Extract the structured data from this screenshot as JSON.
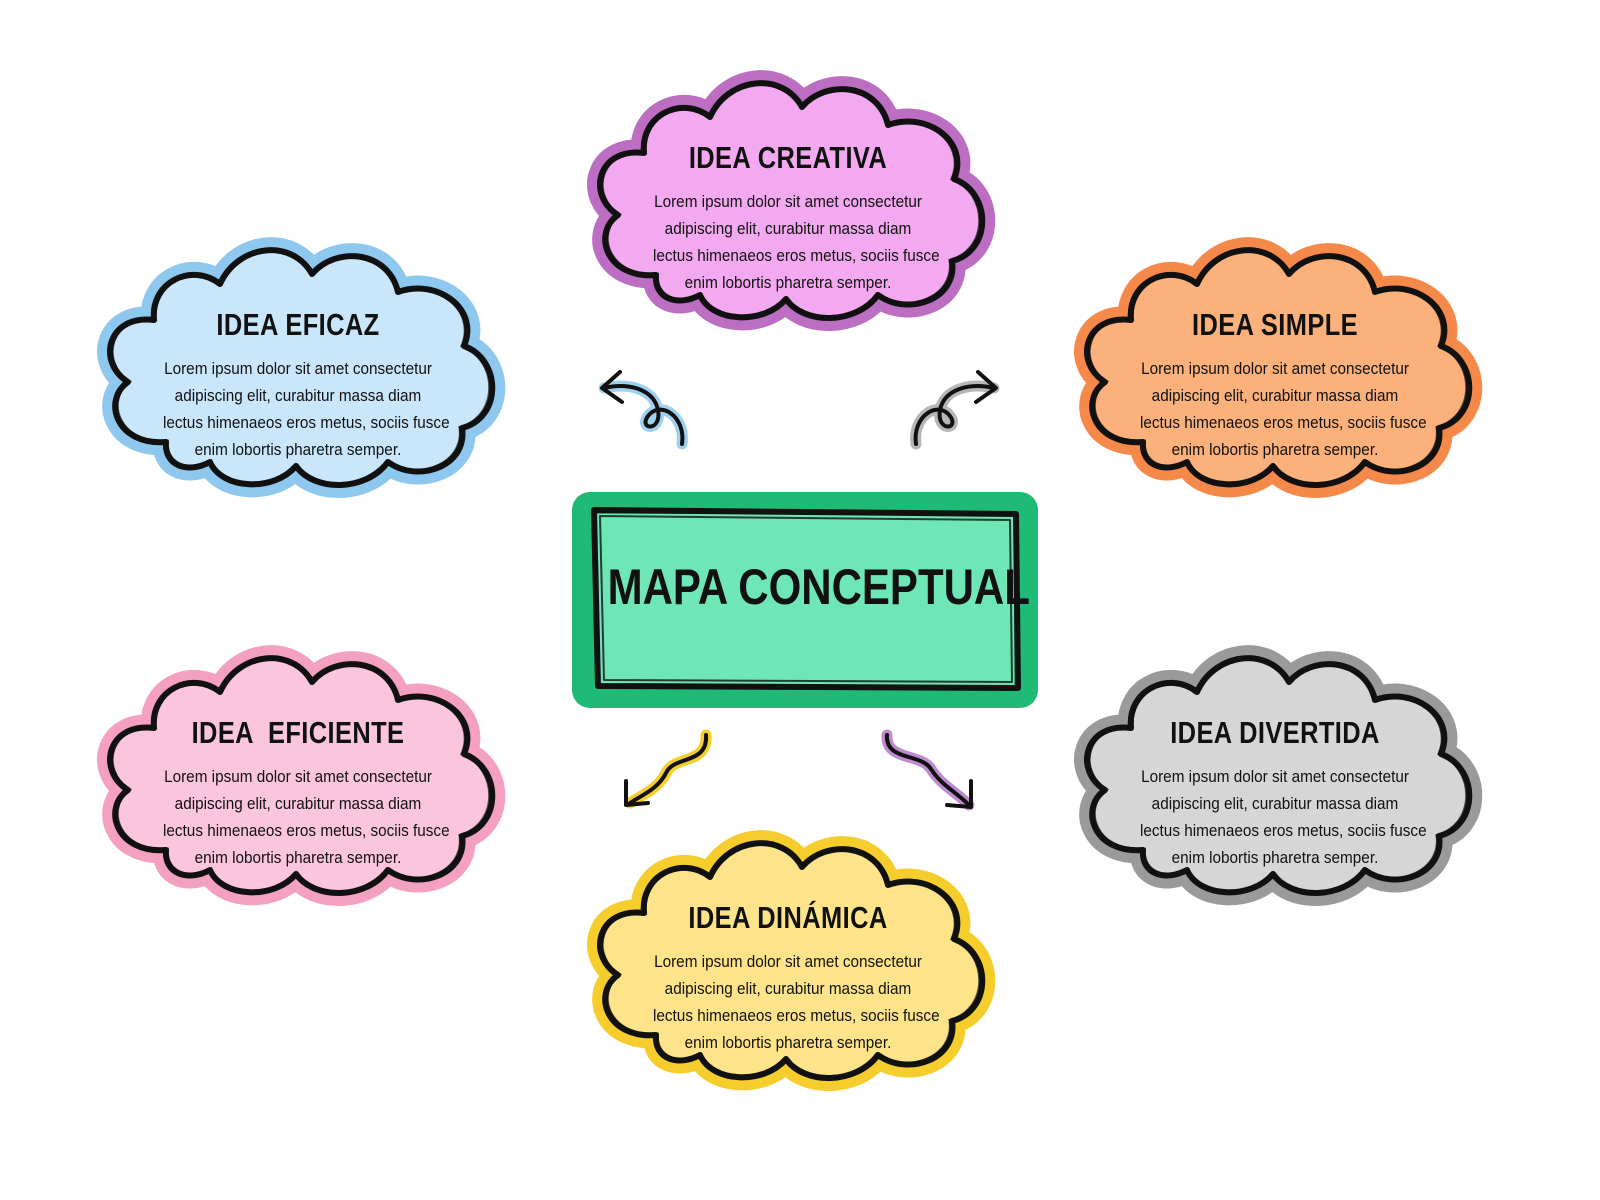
{
  "center": {
    "title": "MAPA CONCEPTUAL",
    "fill": "#6ee6b6",
    "outer": "#1fba76"
  },
  "ideas": [
    {
      "title": "IDEA CREATIVA",
      "fill": "#f3a9ef",
      "outline": "#bb6ec2",
      "lines": [
        "Lorem ipsum dolor sit amet consectetur",
        "adipiscing elit, curabitur massa diam",
        "lectus himenaeos eros metus, sociis fusce",
        "enim lobortis pharetra semper."
      ]
    },
    {
      "title": "IDEA EFICAZ",
      "fill": "#c9e6fb",
      "outline": "#8fc8ef",
      "lines": [
        "Lorem ipsum dolor sit amet consectetur",
        "adipiscing elit, curabitur massa diam",
        "lectus himenaeos eros metus, sociis fusce",
        "enim lobortis pharetra semper."
      ]
    },
    {
      "title": "IDEA SIMPLE",
      "fill": "#fbb17c",
      "outline": "#f5894a",
      "lines": [
        "Lorem ipsum dolor sit amet consectetur",
        "adipiscing elit, curabitur massa diam",
        "lectus himenaeos eros metus, sociis fusce",
        "enim lobortis pharetra semper."
      ]
    },
    {
      "title": "IDEA  EFICIENTE",
      "fill": "#fbc6dd",
      "outline": "#f3a0c1",
      "lines": [
        "Lorem ipsum dolor sit amet consectetur",
        "adipiscing elit, curabitur massa diam",
        "lectus himenaeos eros metus, sociis fusce",
        "enim lobortis pharetra semper."
      ]
    },
    {
      "title": "IDEA DIVERTIDA",
      "fill": "#d6d6d6",
      "outline": "#9a9a9a",
      "lines": [
        "Lorem ipsum dolor sit amet consectetur",
        "adipiscing elit, curabitur massa diam",
        "lectus himenaeos eros metus, sociis fusce",
        "enim lobortis pharetra semper."
      ]
    },
    {
      "title": "IDEA DINÁMICA",
      "fill": "#fde48a",
      "outline": "#f5cd2c",
      "lines": [
        "Lorem ipsum dolor sit amet consectetur",
        "adipiscing elit, curabitur massa diam",
        "lectus himenaeos eros metus, sociis fusce",
        "enim lobortis pharetra semper."
      ]
    }
  ],
  "arrows": [
    {
      "name": "arrow-to-idea-eficaz",
      "color": "#9ed0f0"
    },
    {
      "name": "arrow-to-idea-simple",
      "color": "#b7b7b7"
    },
    {
      "name": "arrow-to-idea-dinamica",
      "color": "#f5cd2c"
    },
    {
      "name": "arrow-to-idea-divertida",
      "color": "#c08ad0"
    }
  ]
}
